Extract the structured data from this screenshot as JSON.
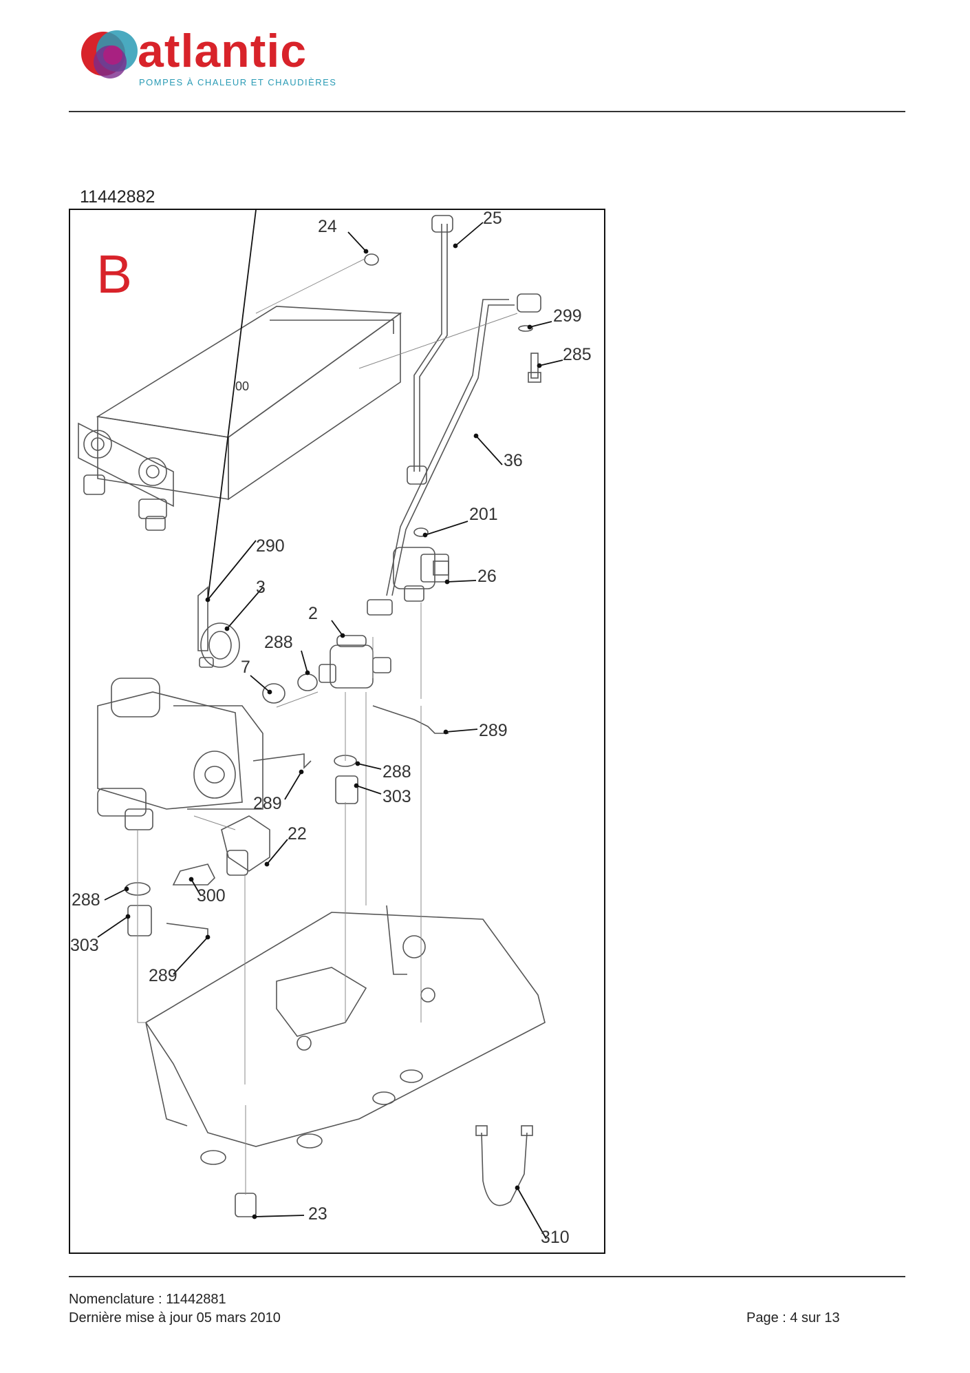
{
  "brand": {
    "name": "atlantic",
    "tagline": "POMPES À CHALEUR ET CHAUDIÈRES",
    "colors": {
      "red": "#d8232a",
      "teal": "#2a9bb5",
      "purple": "#7a2a8c"
    }
  },
  "document": {
    "reference": "11442882",
    "section_letter": "B",
    "section_color": "#d8232a"
  },
  "diagram": {
    "callouts": [
      {
        "id": "c24",
        "label": "24"
      },
      {
        "id": "c25",
        "label": "25"
      },
      {
        "id": "c299",
        "label": "299"
      },
      {
        "id": "c285",
        "label": "285"
      },
      {
        "id": "c00",
        "label": "00"
      },
      {
        "id": "c36",
        "label": "36"
      },
      {
        "id": "c201",
        "label": "201"
      },
      {
        "id": "c290",
        "label": "290"
      },
      {
        "id": "c26",
        "label": "26"
      },
      {
        "id": "c3",
        "label": "3"
      },
      {
        "id": "c2",
        "label": "2"
      },
      {
        "id": "c288a",
        "label": "288"
      },
      {
        "id": "c7",
        "label": "7"
      },
      {
        "id": "c289a",
        "label": "289"
      },
      {
        "id": "c288b",
        "label": "288"
      },
      {
        "id": "c303a",
        "label": "303"
      },
      {
        "id": "c289b",
        "label": "289"
      },
      {
        "id": "c22",
        "label": "22"
      },
      {
        "id": "c288c",
        "label": "288"
      },
      {
        "id": "c300",
        "label": "300"
      },
      {
        "id": "c303b",
        "label": "303"
      },
      {
        "id": "c289c",
        "label": "289"
      },
      {
        "id": "c23",
        "label": "23"
      },
      {
        "id": "c310",
        "label": "310"
      }
    ]
  },
  "footer": {
    "nomenclature": "Nomenclature : 11442881",
    "last_update": "Dernière mise à jour 05 mars 2010",
    "page": "Page : 4 sur 13"
  }
}
